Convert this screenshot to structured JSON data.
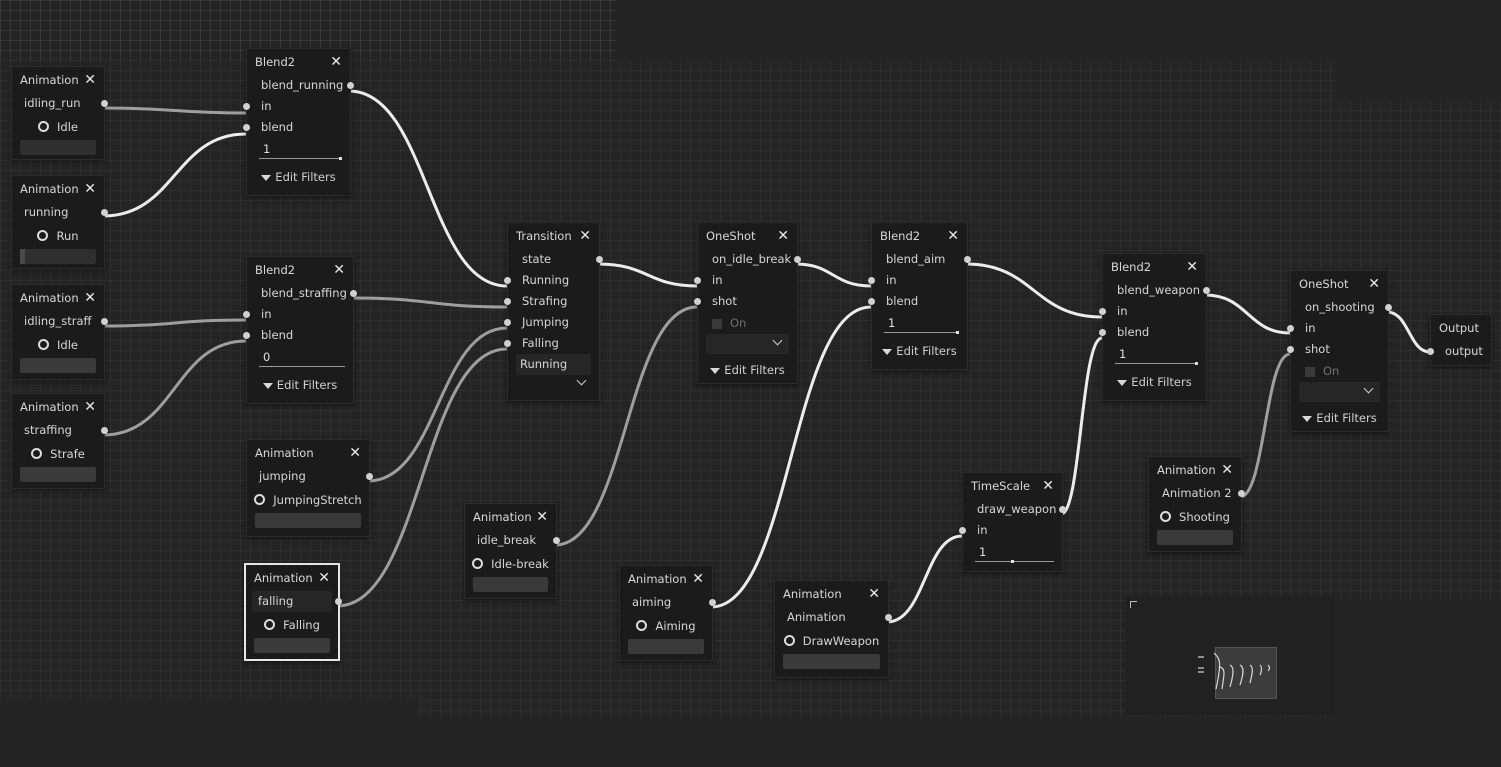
{
  "nodes": {
    "anim_idle": {
      "title": "Animation",
      "out": "idling_run",
      "anim": "Idle"
    },
    "anim_run": {
      "title": "Animation",
      "out": "running",
      "anim": "Run"
    },
    "anim_idle_straff": {
      "title": "Animation",
      "out": "idling_straff",
      "anim": "Idle"
    },
    "anim_straffing": {
      "title": "Animation",
      "out": "straffing",
      "anim": "Strafe"
    },
    "blend_running": {
      "title": "Blend2",
      "out": "blend_running",
      "in": "in",
      "blend": "blend",
      "value": "1",
      "filters": "Edit Filters"
    },
    "blend_straffing": {
      "title": "Blend2",
      "out": "blend_straffing",
      "in": "in",
      "blend": "blend",
      "value": "0",
      "filters": "Edit Filters"
    },
    "anim_jumping": {
      "title": "Animation",
      "out": "jumping",
      "anim": "JumpingStretch"
    },
    "anim_falling": {
      "title": "Animation",
      "out": "falling",
      "anim": "Falling"
    },
    "transition": {
      "title": "Transition",
      "out": "state",
      "inputs": [
        "Running",
        "Strafing",
        "Jumping",
        "Falling"
      ],
      "current": "Running"
    },
    "anim_idle_break": {
      "title": "Animation",
      "out": "idle_break",
      "anim": "Idle-break"
    },
    "oneshot_idle": {
      "title": "OneShot",
      "out": "on_idle_break",
      "in": "in",
      "shot": "shot",
      "toggle": "On"
    },
    "anim_aiming": {
      "title": "Animation",
      "out": "aiming",
      "anim": "Aiming"
    },
    "blend_aim": {
      "title": "Blend2",
      "out": "blend_aim",
      "in": "in",
      "blend": "blend",
      "value": "1",
      "filters": "Edit Filters"
    },
    "anim_draw": {
      "title": "Animation",
      "out": "Animation",
      "anim": "DrawWeapon"
    },
    "timescale": {
      "title": "TimeScale",
      "out": "draw_weapon",
      "in": "in",
      "value": "1"
    },
    "blend_weapon": {
      "title": "Blend2",
      "out": "blend_weapon",
      "in": "in",
      "blend": "blend",
      "value": "1",
      "filters": "Edit Filters"
    },
    "anim_shooting": {
      "title": "Animation",
      "out": "Animation 2",
      "anim": "Shooting"
    },
    "oneshot_shooting": {
      "title": "OneShot",
      "out": "on_shooting",
      "in": "in",
      "shot": "shot",
      "toggle": "On",
      "filters": "Edit Filters"
    },
    "output": {
      "title": "Output",
      "in": "output"
    }
  },
  "icons": {
    "close": "close-icon",
    "filter": "funnel-icon",
    "anim": "magnifier-icon",
    "dropdown": "chevron-down-icon"
  }
}
